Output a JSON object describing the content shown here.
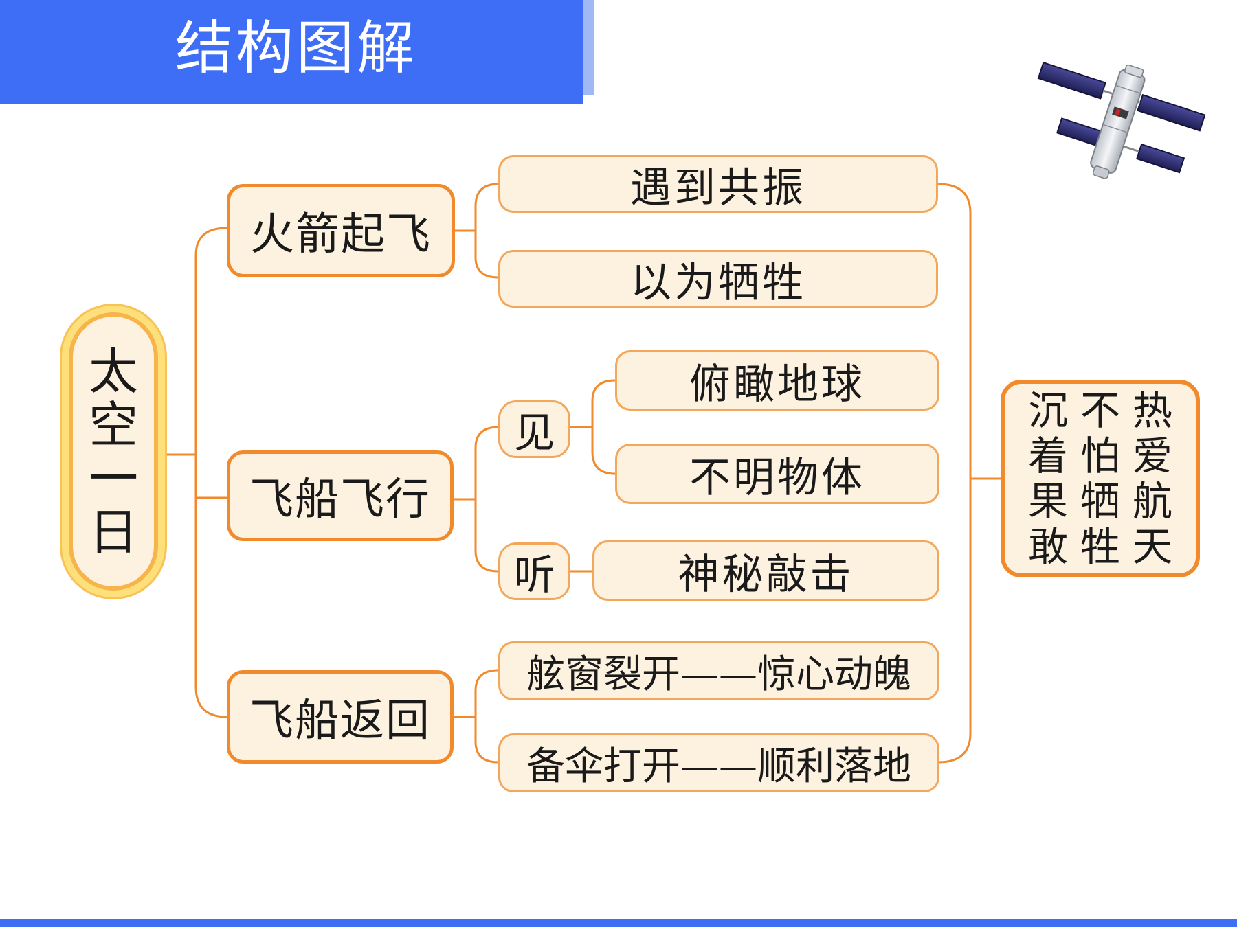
{
  "header": {
    "title": "结构图解"
  },
  "root": {
    "label": "太空一日",
    "chars": [
      "太",
      "空",
      "一",
      "日"
    ]
  },
  "branches": [
    {
      "label": "火箭起飞",
      "items": [
        "遇到共振",
        "以为牺牲"
      ]
    },
    {
      "label": "飞船飞行",
      "groups": [
        {
          "label": "见",
          "items": [
            "俯瞰地球",
            "不明物体"
          ]
        },
        {
          "label": "听",
          "items": [
            "神秘敲击"
          ]
        }
      ]
    },
    {
      "label": "飞船返回",
      "items": [
        "舷窗裂开——惊心动魄",
        "备伞打开——顺利落地"
      ]
    }
  ],
  "summary": {
    "columns": [
      [
        "沉",
        "着",
        "果",
        "敢"
      ],
      [
        "不",
        "怕",
        "牺",
        "牲"
      ],
      [
        "热",
        "爱",
        "航",
        "天"
      ]
    ]
  },
  "colors": {
    "header": "#3f6ef6",
    "box_border": "#f08a2c",
    "box_fill": "#fdf1e0",
    "connector": "#f08a2c"
  },
  "icons": {
    "satellite": "satellite-icon"
  }
}
